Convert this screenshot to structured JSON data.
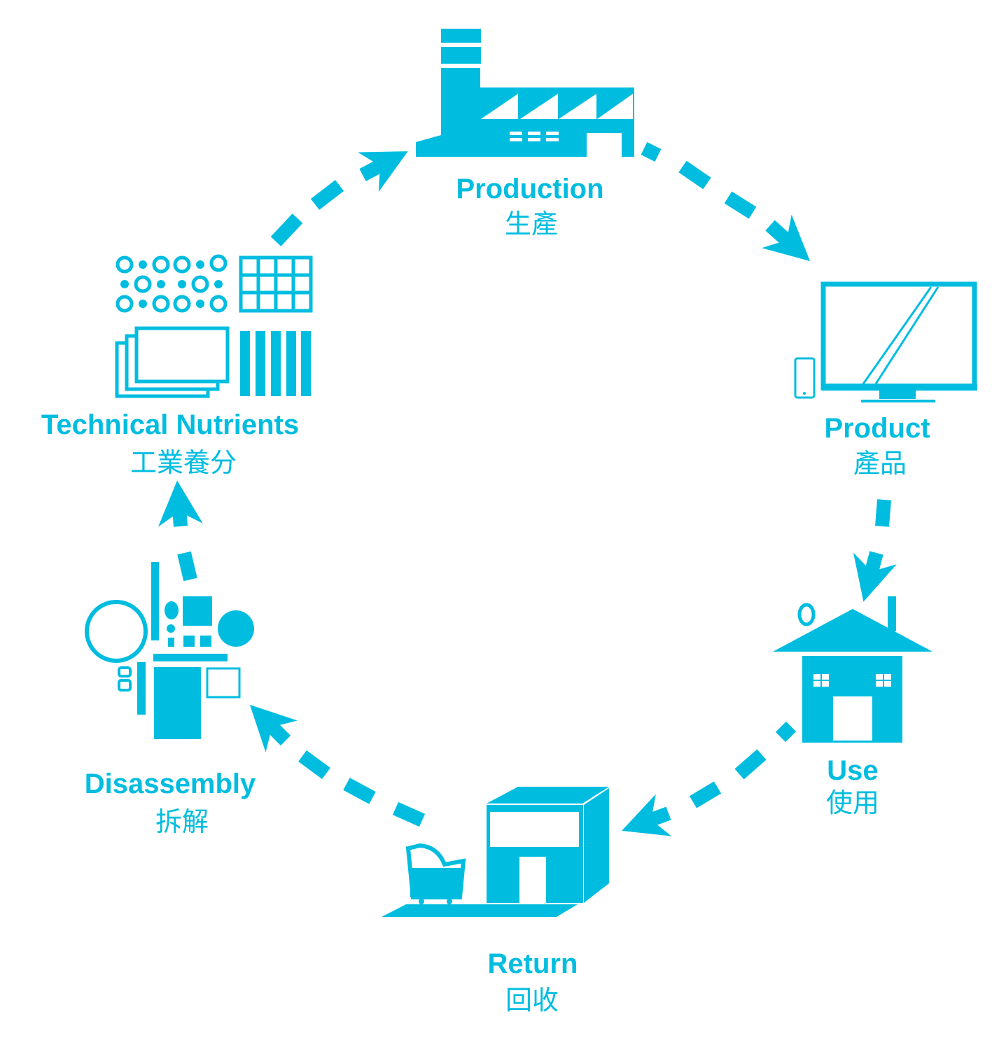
{
  "colors": {
    "accent": "#00BDE0"
  },
  "stages": [
    {
      "id": "production",
      "label": "Production",
      "label_zh": "生產",
      "icon": "factory-icon"
    },
    {
      "id": "product",
      "label": "Product",
      "label_zh": "產品",
      "icon": "monitor-phone-icon"
    },
    {
      "id": "use",
      "label": "Use",
      "label_zh": "使用",
      "icon": "house-icon"
    },
    {
      "id": "return",
      "label": "Return",
      "label_zh": "回收",
      "icon": "store-cart-icon"
    },
    {
      "id": "disassembly",
      "label": "Disassembly",
      "label_zh": "拆解",
      "icon": "parts-icon"
    },
    {
      "id": "technical-nutrients",
      "label": "Technical Nutrients",
      "label_zh": "工業養分",
      "icon": "materials-icon"
    }
  ]
}
